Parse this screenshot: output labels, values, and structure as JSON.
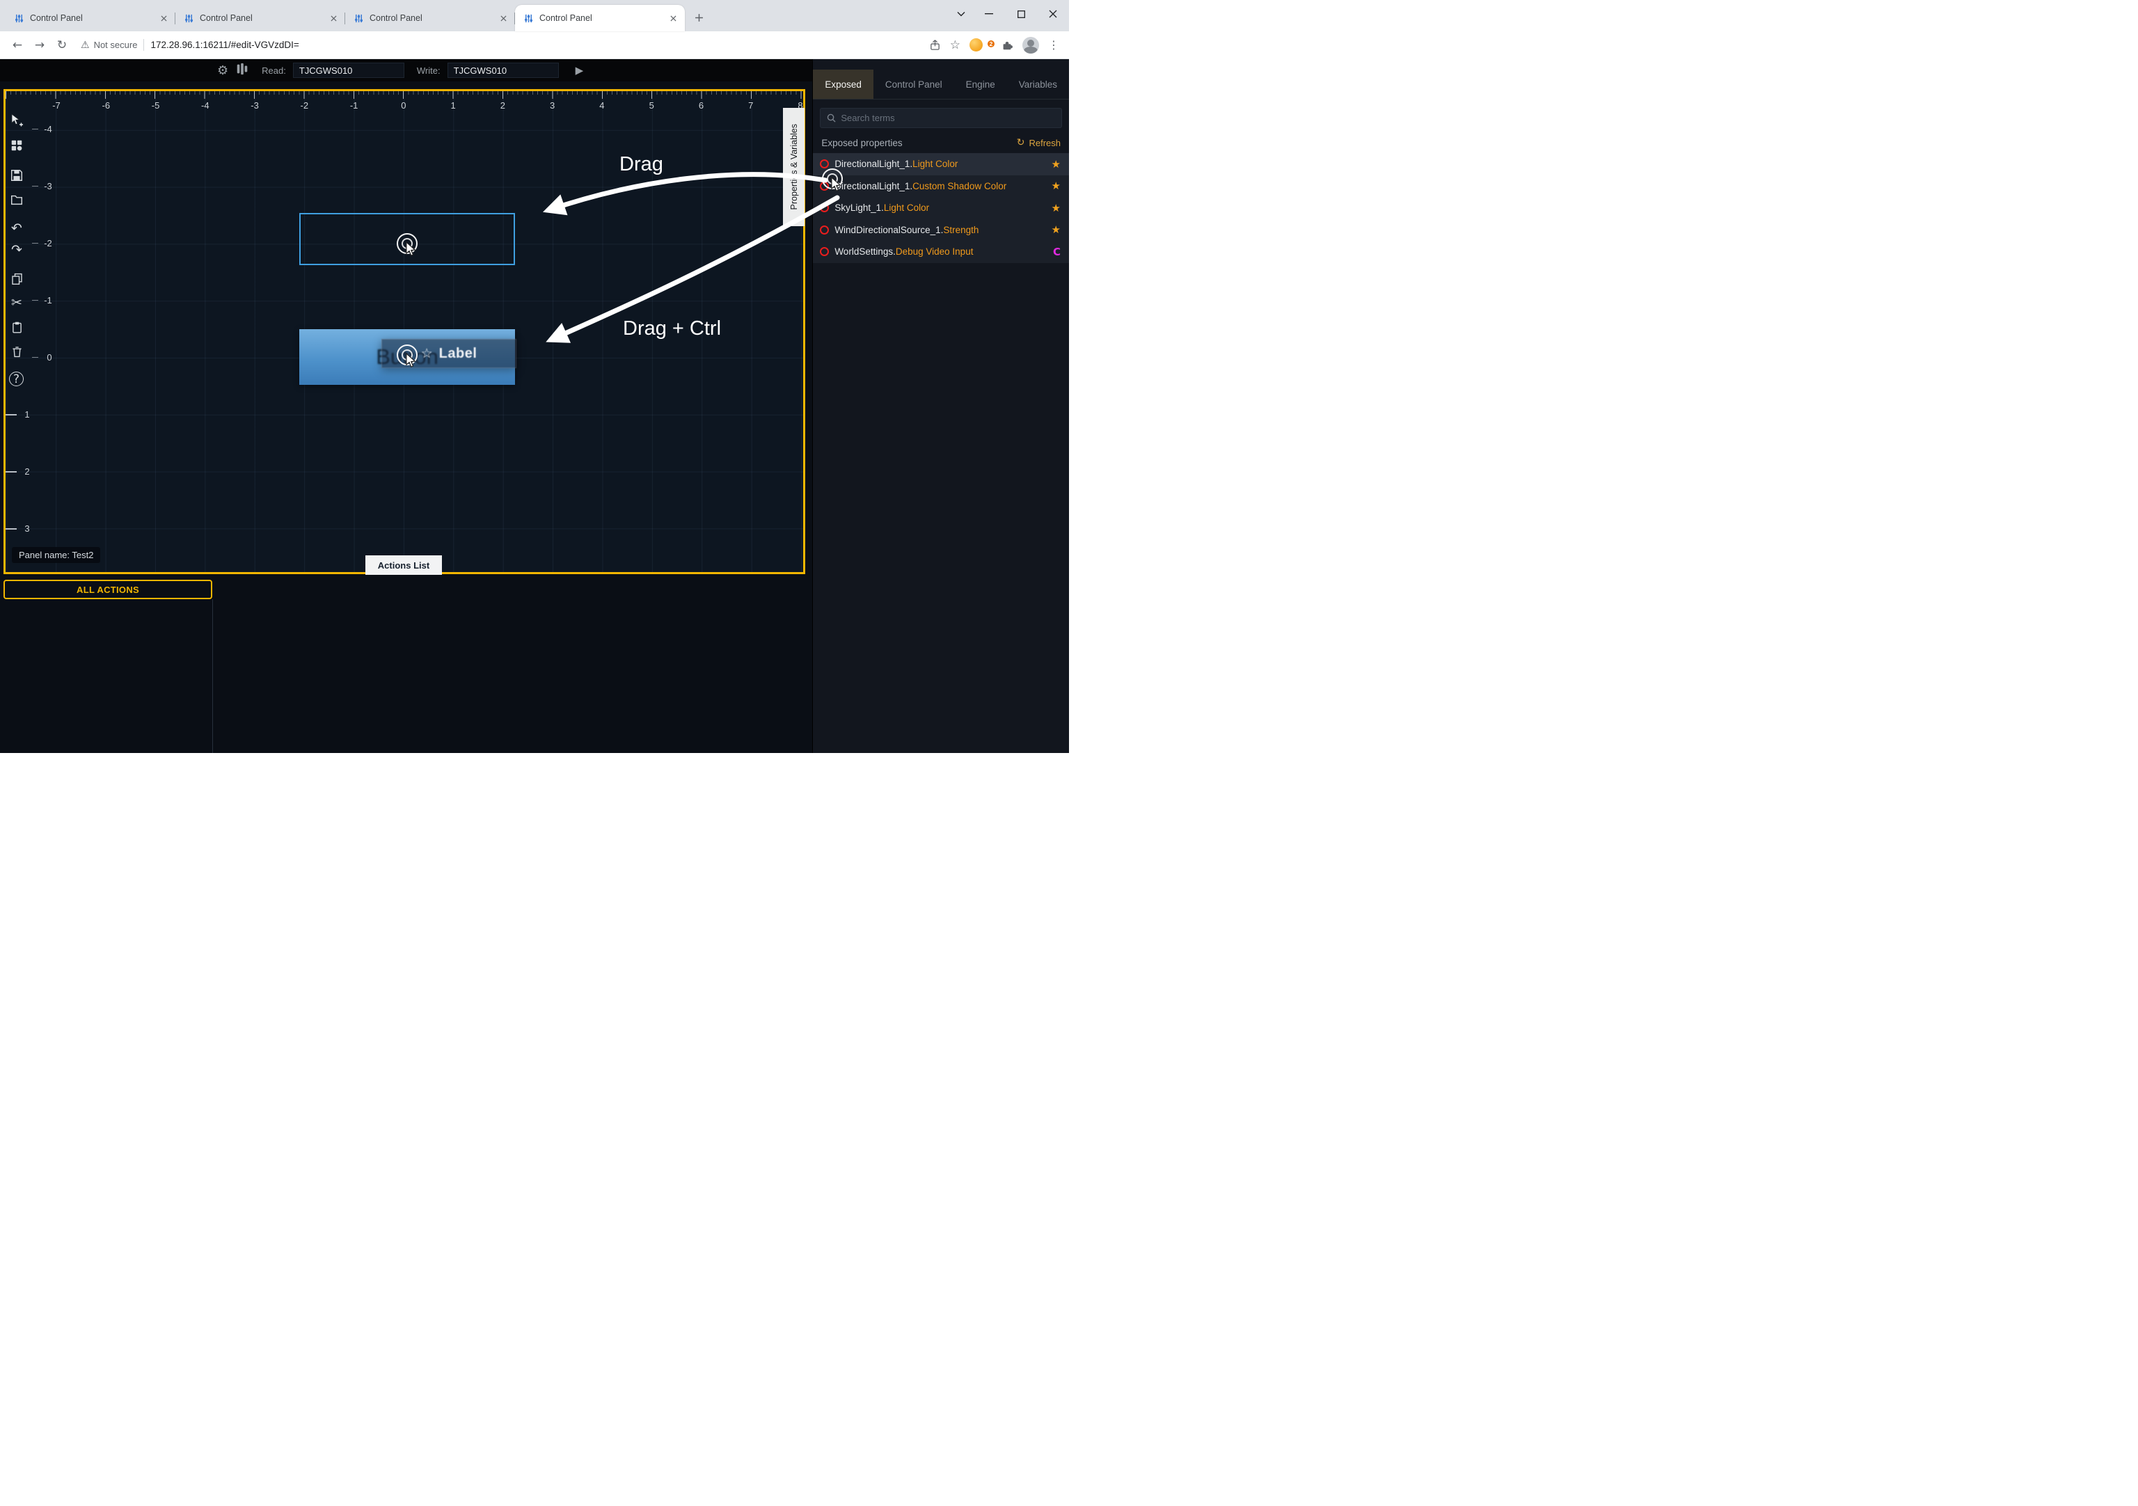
{
  "browser": {
    "tabs": [
      {
        "title": "Control Panel"
      },
      {
        "title": "Control Panel"
      },
      {
        "title": "Control Panel"
      },
      {
        "title": "Control Panel"
      }
    ],
    "security_label": "Not secure",
    "url": "172.28.96.1:16211/#edit-VGVzdDI=",
    "extension_badge": "2"
  },
  "toolbar": {
    "read_label": "Read:",
    "read_value": "TJCGWS010",
    "write_label": "Write:",
    "write_value": "TJCGWS010"
  },
  "canvas": {
    "ruler_x": [
      "-7",
      "-6",
      "-5",
      "-4",
      "-3",
      "-2",
      "-1",
      "0",
      "1",
      "2",
      "3",
      "4",
      "5",
      "6",
      "7",
      "8"
    ],
    "ruler_y": [
      "-4",
      "-3",
      "-2",
      "-1",
      "0",
      "1",
      "2",
      "3"
    ],
    "panel_name": "Panel name: Test2",
    "actions_list_tab": "Actions List",
    "all_actions_button": "ALL ACTIONS",
    "properties_variables_tab": "Properties & Variables",
    "button_label": "Button",
    "ghost_label": "Label",
    "annotation_drag": "Drag",
    "annotation_drag_ctrl": "Drag + Ctrl"
  },
  "sidebar": {
    "tabs": [
      {
        "label": "Exposed"
      },
      {
        "label": "Control Panel"
      },
      {
        "label": "Engine"
      },
      {
        "label": "Variables"
      }
    ],
    "search_placeholder": "Search terms",
    "exposed_header": "Exposed properties",
    "refresh_label": "Refresh",
    "properties": [
      {
        "owner": "DirectionalLight_1.",
        "name": "Light Color",
        "badge": "★"
      },
      {
        "owner": "DirectionalLight_1.",
        "name": "Custom Shadow Color",
        "badge": "★"
      },
      {
        "owner": "SkyLight_1.",
        "name": "Light Color",
        "badge": "★"
      },
      {
        "owner": "WindDirectionalSource_1.",
        "name": "Strength",
        "badge": "★"
      },
      {
        "owner": "WorldSettings.",
        "name": "Debug Video Input",
        "badge": "C"
      }
    ]
  },
  "icons": {
    "gear": "⚙",
    "play": "▶",
    "undo": "↶",
    "redo": "↷",
    "cut": "✂",
    "help": "?",
    "back": "←",
    "forward": "→",
    "reload": "↻",
    "refresh": "↻",
    "bookmark": "☆",
    "ghost_star": "☆",
    "menu": "⋮",
    "warning": "⚠"
  },
  "colors": {
    "accent_yellow": "#f2b600",
    "accent_orange": "#f09a1c",
    "exposed_red": "#ea1d1d",
    "badge_magenta": "#e02ae0",
    "selection_blue": "#3f9fe0"
  }
}
